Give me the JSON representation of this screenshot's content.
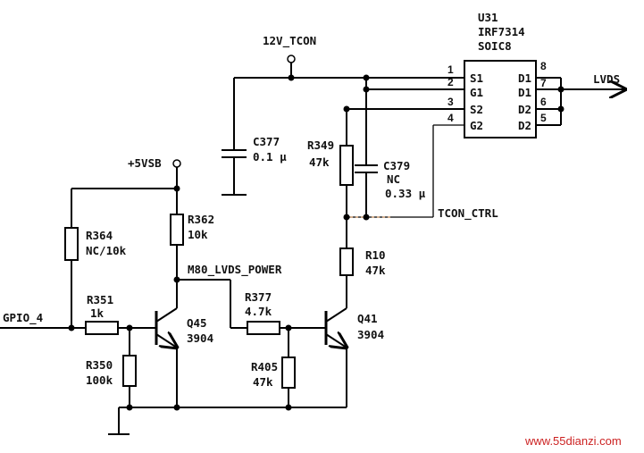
{
  "rails": {
    "tcon_12v": "12V_TCON",
    "vsb_5v": "+5VSB",
    "m80_lvds_power": "M80_LVDS_POWER",
    "lvds": "LVDS",
    "tcon_ctrl": "TCON_CTRL",
    "gpio4": "GPIO_4"
  },
  "ic": {
    "ref": "U31",
    "part": "IRF7314",
    "package": "SOIC8",
    "pins_left": [
      {
        "num": "1",
        "name": "S1"
      },
      {
        "num": "2",
        "name": "G1"
      },
      {
        "num": "3",
        "name": "S2"
      },
      {
        "num": "4",
        "name": "G2"
      }
    ],
    "pins_right": [
      {
        "num": "8",
        "name": "D1"
      },
      {
        "num": "7",
        "name": "D1"
      },
      {
        "num": "6",
        "name": "D2"
      },
      {
        "num": "5",
        "name": "D2"
      }
    ]
  },
  "components": {
    "c377": {
      "ref": "C377",
      "value": "0.1 μ"
    },
    "c379": {
      "ref": "C379",
      "value": "NC",
      "value2": "0.33 μ"
    },
    "r349": {
      "ref": "R349",
      "value": "47k"
    },
    "r10": {
      "ref": "R10",
      "value": "47k"
    },
    "r362": {
      "ref": "R362",
      "value": "10k"
    },
    "r364": {
      "ref": "R364",
      "value": "NC/10k"
    },
    "r351": {
      "ref": "R351",
      "value": "1k"
    },
    "r350": {
      "ref": "R350",
      "value": "100k"
    },
    "r377": {
      "ref": "R377",
      "value": "4.7k"
    },
    "r405": {
      "ref": "R405",
      "value": "47k"
    },
    "q45": {
      "ref": "Q45",
      "value": "3904"
    },
    "q41": {
      "ref": "Q41",
      "value": "3904"
    }
  },
  "watermark": "www.55dianzi.com",
  "colors": {
    "ink": "#000000",
    "watermark": "#cc2222",
    "background": "#ffffff"
  }
}
